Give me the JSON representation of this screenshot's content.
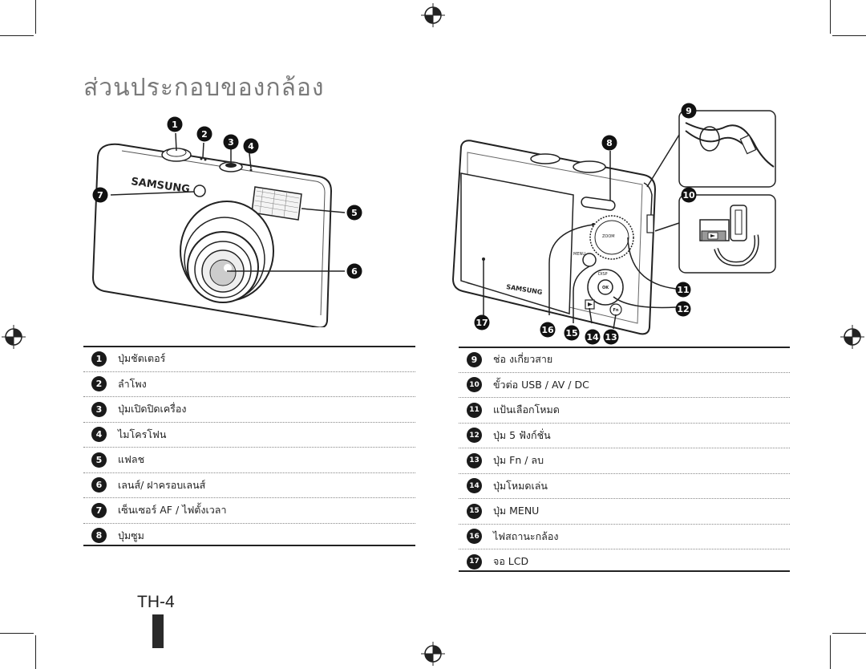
{
  "page": {
    "title": "ส่วนประกอบของกล้อง",
    "page_number": "TH-4"
  },
  "figure_front": {
    "brand": "SAMSUNG",
    "callouts": [
      "1",
      "2",
      "3",
      "4",
      "5",
      "6",
      "7"
    ]
  },
  "figure_back": {
    "brand": "SAMSUNG",
    "callouts": [
      "8",
      "9",
      "10",
      "11",
      "12",
      "13",
      "14",
      "15",
      "16",
      "17"
    ],
    "button_labels": {
      "menu": "MENU",
      "disp": "DISP",
      "ok": "OK",
      "fn": "Fn",
      "zoom": "ZOOM"
    }
  },
  "left_list": [
    {
      "num": "1",
      "label": "ปุ่มชัตเตอร์"
    },
    {
      "num": "2",
      "label": "ลำโพง"
    },
    {
      "num": "3",
      "label": "ปุ่มเปิดปิดเครื่อง"
    },
    {
      "num": "4",
      "label": "ไมโครโฟน"
    },
    {
      "num": "5",
      "label": "แฟลช"
    },
    {
      "num": "6",
      "label": "เลนส์/ ฝาครอบเลนส์"
    },
    {
      "num": "7",
      "label": "เซ็นเซอร์ AF / ไฟตั้งเวลา"
    },
    {
      "num": "8",
      "label": "ปุ่มซูม"
    }
  ],
  "right_list": [
    {
      "num": "9",
      "label": "ช่อ งเกี่ยวสาย"
    },
    {
      "num": "10",
      "label": "ขั้วต่อ USB / AV / DC"
    },
    {
      "num": "11",
      "label": "แป้นเลือกโหมด"
    },
    {
      "num": "12",
      "label": "ปุ่ม 5 ฟังก์ชั่น"
    },
    {
      "num": "13",
      "label": "ปุ่ม Fn / ลบ"
    },
    {
      "num": "14",
      "label": "ปุ่มโหมดเล่น"
    },
    {
      "num": "15",
      "label": "ปุ่ม MENU"
    },
    {
      "num": "16",
      "label": "ไฟสถานะกล้อง"
    },
    {
      "num": "17",
      "label": "จอ LCD"
    }
  ]
}
